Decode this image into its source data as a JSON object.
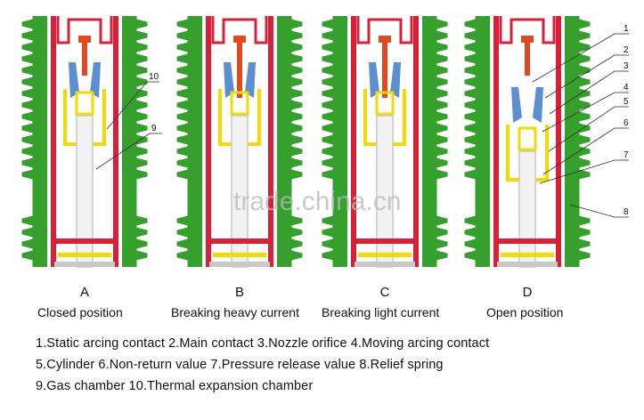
{
  "watermark": "trade.china.cn",
  "colors": {
    "insulator": "#35a02c",
    "tube": "#d8203a",
    "nozzle": "#5b8fd0",
    "arc": "#e04a20",
    "cylinder": "#f2dc00",
    "metal": "#c8c8c8"
  },
  "panels": [
    {
      "letter": "A",
      "caption": "Closed  position"
    },
    {
      "letter": "B",
      "caption": "Breaking heavy current"
    },
    {
      "letter": "C",
      "caption": "Breaking light current"
    },
    {
      "letter": "D",
      "caption": "Open position"
    }
  ],
  "callouts_a": [
    "10",
    "9"
  ],
  "callouts_d": [
    "1",
    "2",
    "3",
    "4",
    "5",
    "6",
    "7",
    "8"
  ],
  "legend": [
    "1.Static arcing contact  2.Main contact  3.Nozzle orifice  4.Moving arcing contact",
    "5.Cylinder   6.Non-return value   7.Pressure release value  8.Relief spring",
    "9.Gas chamber  10.Thermal expansion chamber"
  ]
}
